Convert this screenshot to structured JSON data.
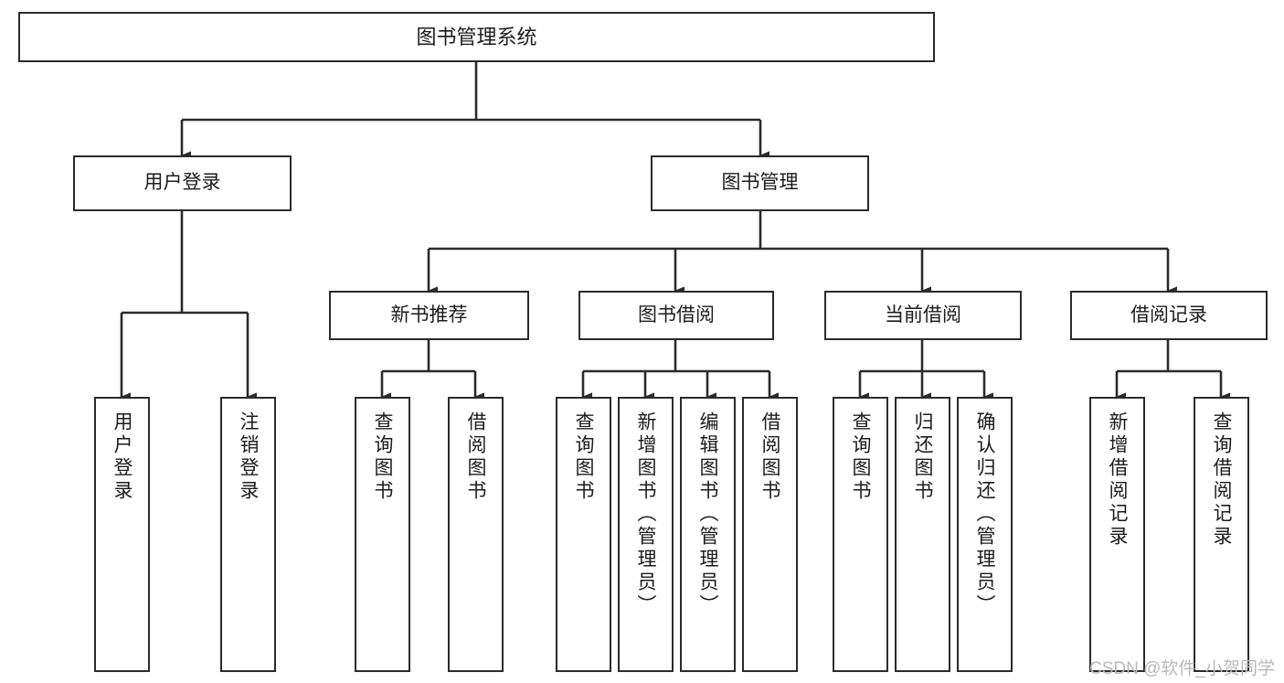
{
  "diagram": {
    "title": "图书管理系统",
    "type": "hierarchy-tree",
    "watermark": "CSDN @软件_小贺同学",
    "colors": {
      "background": "#ffffff",
      "box_border": "#2b2b2b",
      "box_fill": "#ffffff",
      "text": "#1c1c1c",
      "connector": "#2b2b2b",
      "watermark": "#b9b9b9"
    }
  },
  "nodes": {
    "root": {
      "label": "图书管理系统"
    },
    "level1": [
      {
        "label": "用户登录"
      },
      {
        "label": "图书管理"
      }
    ],
    "level2": [
      {
        "label": "新书推荐"
      },
      {
        "label": "图书借阅"
      },
      {
        "label": "当前借阅"
      },
      {
        "label": "借阅记录"
      }
    ],
    "leaves": {
      "user_login": [
        {
          "label": "用户登录"
        },
        {
          "label": "注销登录"
        }
      ],
      "new_book_recommend": [
        {
          "label": "查询图书"
        },
        {
          "label": "借阅图书"
        }
      ],
      "book_borrow": [
        {
          "label": "查询图书"
        },
        {
          "label": "新增图书（管理员）"
        },
        {
          "label": "编辑图书（管理员）"
        },
        {
          "label": "借阅图书"
        }
      ],
      "current_borrow": [
        {
          "label": "查询图书"
        },
        {
          "label": "归还图书"
        },
        {
          "label": "确认归还（管理员）"
        }
      ],
      "borrow_record": [
        {
          "label": "新增借阅记录"
        },
        {
          "label": "查询借阅记录"
        }
      ]
    }
  }
}
